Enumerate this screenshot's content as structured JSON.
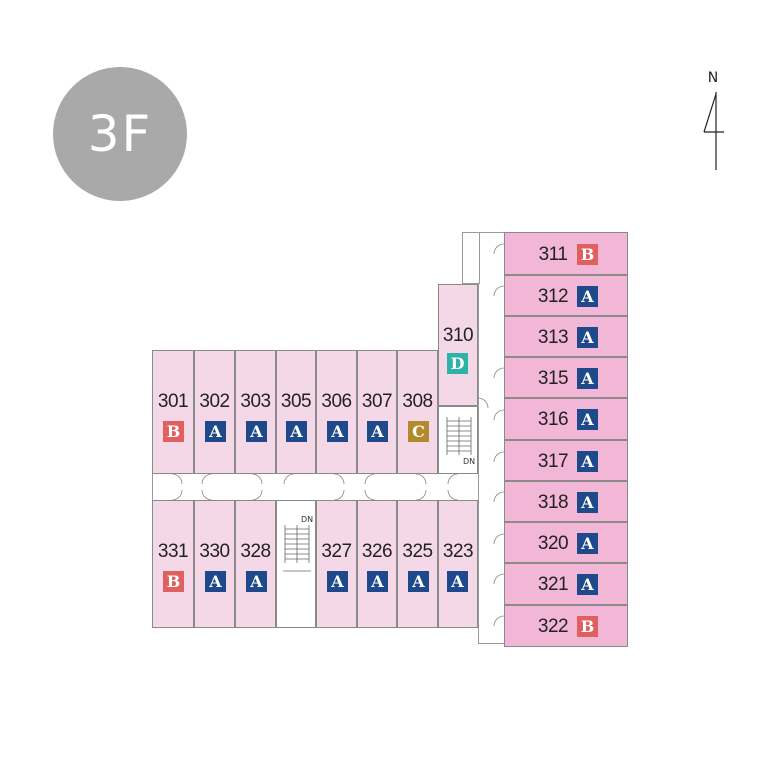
{
  "floor_label": "3F",
  "north_label": "N",
  "stair_labels": [
    "DN",
    "DN"
  ],
  "type_colors": {
    "A": "#1e4a8c",
    "B": "#e0605f",
    "C": "#b08a2c",
    "D": "#2eb3a8"
  },
  "rooms": {
    "r301": {
      "number": "301",
      "type": "B"
    },
    "r302": {
      "number": "302",
      "type": "A"
    },
    "r303": {
      "number": "303",
      "type": "A"
    },
    "r305": {
      "number": "305",
      "type": "A"
    },
    "r306": {
      "number": "306",
      "type": "A"
    },
    "r307": {
      "number": "307",
      "type": "A"
    },
    "r308": {
      "number": "308",
      "type": "C"
    },
    "r310": {
      "number": "310",
      "type": "D"
    },
    "r331": {
      "number": "331",
      "type": "B"
    },
    "r330": {
      "number": "330",
      "type": "A"
    },
    "r328": {
      "number": "328",
      "type": "A"
    },
    "r327": {
      "number": "327",
      "type": "A"
    },
    "r326": {
      "number": "326",
      "type": "A"
    },
    "r325": {
      "number": "325",
      "type": "A"
    },
    "r323": {
      "number": "323",
      "type": "A"
    },
    "r311": {
      "number": "311",
      "type": "B"
    },
    "r312": {
      "number": "312",
      "type": "A"
    },
    "r313": {
      "number": "313",
      "type": "A"
    },
    "r315": {
      "number": "315",
      "type": "A"
    },
    "r316": {
      "number": "316",
      "type": "A"
    },
    "r317": {
      "number": "317",
      "type": "A"
    },
    "r318": {
      "number": "318",
      "type": "A"
    },
    "r320": {
      "number": "320",
      "type": "A"
    },
    "r321": {
      "number": "321",
      "type": "A"
    },
    "r322": {
      "number": "322",
      "type": "B"
    }
  }
}
